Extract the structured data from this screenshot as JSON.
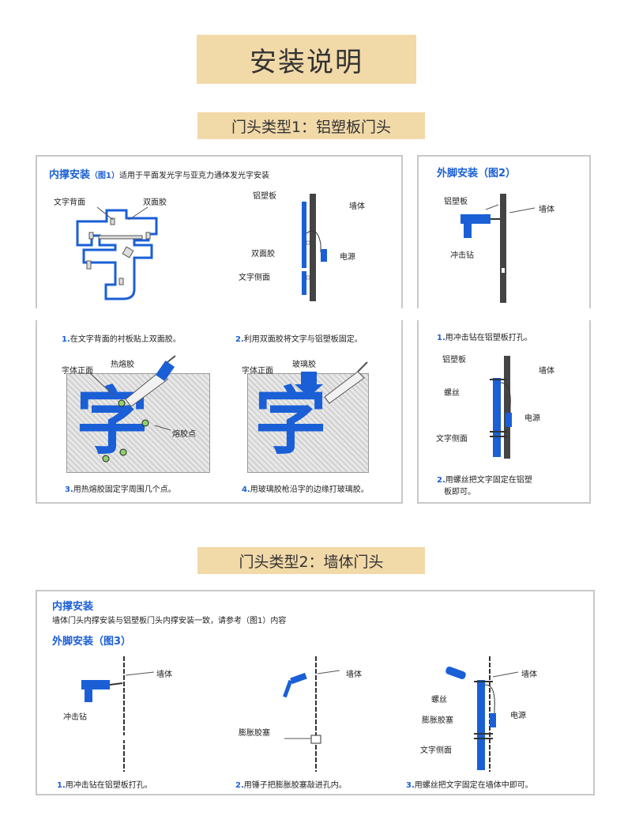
{
  "page": {
    "title": "安装说明",
    "type1_title": "门头类型1：铝塑板门头",
    "type2_title": "门头类型2：墙体门头"
  },
  "type1": {
    "inner": {
      "heading": "内撑安装",
      "fig": "（图1）",
      "desc": "适用于平面发光字与亚克力通体发光字安装",
      "labels": {
        "back": "文字背面",
        "tape": "双面胶",
        "panel": "铝塑板",
        "wall": "墙体",
        "tape2": "双面胶",
        "power": "电源",
        "side": "文字侧面"
      },
      "char": "字",
      "steps": [
        {
          "num": "1.",
          "text": "在文字背面的衬板贴上双面胶。"
        },
        {
          "num": "2.",
          "text": "利用双面胶将文字与铝塑板固定。"
        },
        {
          "num": "3.",
          "text": "用热熔胶固定字周围几个点。"
        },
        {
          "num": "4.",
          "text": "用玻璃胶枪沿字的边缘打玻璃胶。"
        }
      ],
      "step3_labels": {
        "front": "字体正面",
        "hotglue": "热熔胶",
        "point": "熔胶点"
      },
      "step4_labels": {
        "front": "字体正面",
        "glass": "玻璃胶"
      }
    },
    "outer": {
      "heading": "外脚安装",
      "fig": "（图2）",
      "labels": {
        "panel": "铝塑板",
        "wall": "墙体",
        "drill": "冲击钻"
      },
      "step1": {
        "num": "1.",
        "text": "用冲击钻在铝塑板打孔。"
      },
      "step_labels": {
        "panel": "铝塑板",
        "wall": "墙体",
        "screw": "螺丝",
        "power": "电源",
        "side": "文字侧面"
      },
      "step2": {
        "num": "2.",
        "text": "用螺丝把文字固定在铝塑",
        "text2": "板即可。"
      }
    }
  },
  "type2": {
    "inner_heading": "内撑安装",
    "inner_desc": "墙体门头内撑安装与铝塑板门头内撑安装一致，请参考（图1）内容",
    "outer_heading": "外脚安装（图3）",
    "labels": {
      "wall1": "墙体",
      "drill": "冲击钻",
      "wall2": "墙体",
      "plug": "膨胀胶塞",
      "wall3": "墙体",
      "screw": "螺丝",
      "plug2": "膨胀胶塞",
      "power": "电源",
      "side": "文字侧面"
    },
    "steps": [
      {
        "num": "1.",
        "text": "用冲击钻在铝塑板打孔。"
      },
      {
        "num": "2.",
        "text": "用锤子把膨胀胶塞敲进孔内。"
      },
      {
        "num": "3.",
        "text": "用螺丝把文字固定在墙体中即可。"
      }
    ]
  },
  "colors": {
    "accent": "#1a5fd6",
    "title_bg": "#f2d9a8",
    "border": "#c8c8c8"
  }
}
